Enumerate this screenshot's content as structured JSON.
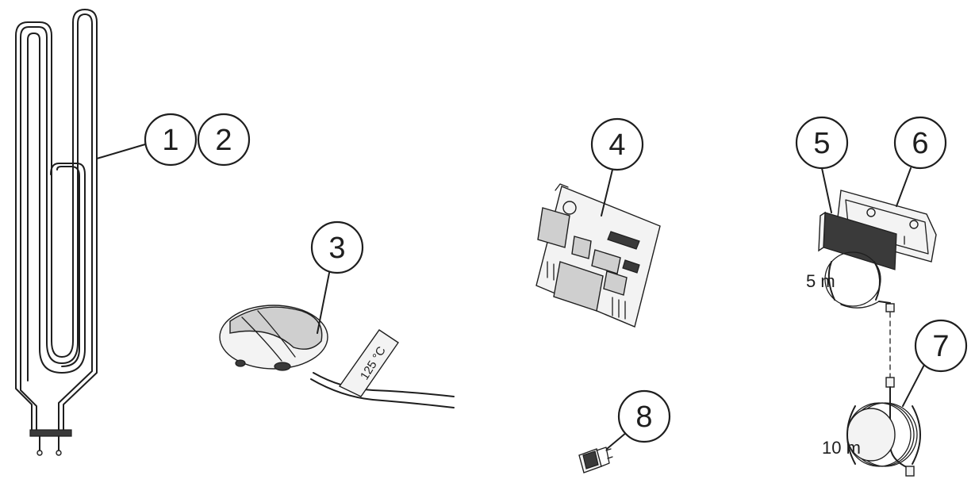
{
  "callouts": [
    "1",
    "2",
    "3",
    "4",
    "5",
    "6",
    "7",
    "8"
  ],
  "labels": {
    "temperature": "125 °C",
    "cable_short": "5 m",
    "cable_long": "10 m"
  }
}
